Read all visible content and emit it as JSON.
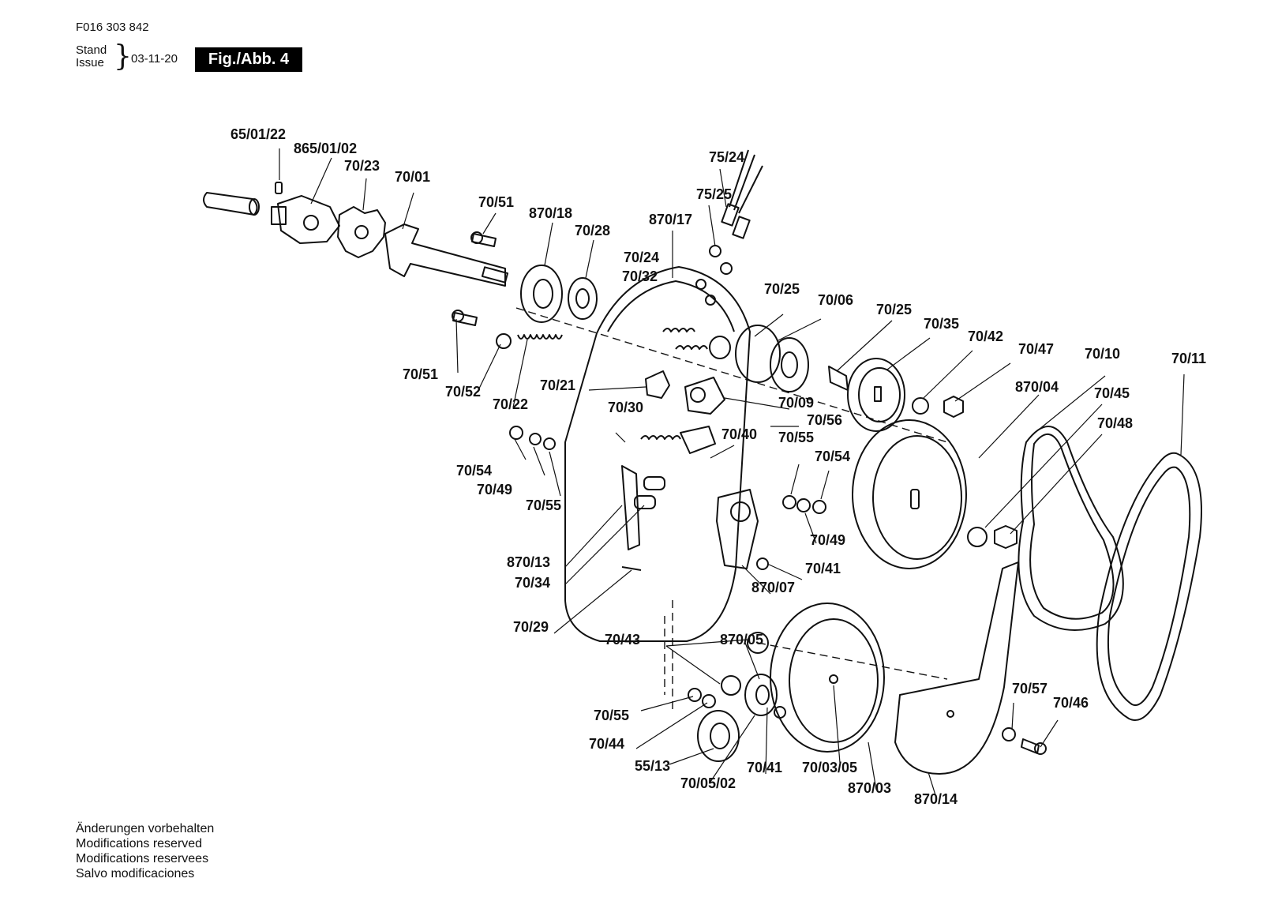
{
  "header": {
    "doc_number": "F016 303 842",
    "stand_label": "Stand",
    "issue_label": "Issue",
    "date": "03-11-20",
    "figure_label": "Fig./Abb. 4"
  },
  "footer": {
    "lines": [
      "Änderungen vorbehalten",
      "Modifications reserved",
      "Modifications reservees",
      "Salvo modificaciones"
    ]
  },
  "callouts": [
    "65/01/22",
    "865/01/02",
    "70/23",
    "70/01",
    "70/51",
    "870/18",
    "70/28",
    "870/17",
    "75/24",
    "75/25",
    "70/24",
    "70/32",
    "70/25",
    "70/06",
    "70/25",
    "70/35",
    "70/42",
    "70/47",
    "70/10",
    "70/11",
    "870/04",
    "70/45",
    "70/48",
    "70/51",
    "70/52",
    "70/22",
    "70/21",
    "70/09",
    "70/56",
    "70/30",
    "70/40",
    "70/55",
    "70/54",
    "70/54",
    "70/49",
    "70/55",
    "70/49",
    "870/13",
    "70/34",
    "70/41",
    "870/07",
    "70/29",
    "70/43",
    "870/05",
    "70/55",
    "70/44",
    "55/13",
    "70/05/02",
    "70/41",
    "70/03/05",
    "870/03",
    "870/14",
    "70/57",
    "70/46"
  ]
}
